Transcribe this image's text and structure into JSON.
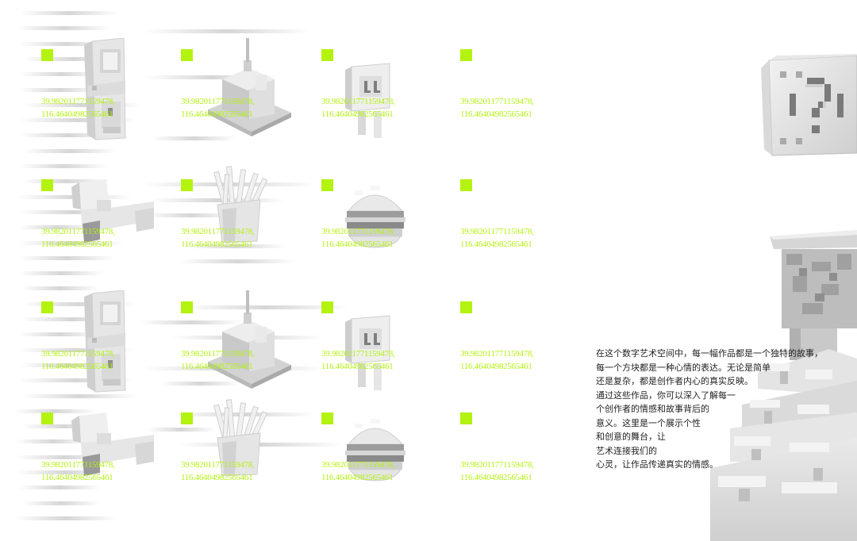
{
  "accent_color": "#b4f20f",
  "grid": {
    "rows": [
      {
        "cells": [
          {
            "model": "arcade-cabinet-icon",
            "lat": "39.982011771159478,",
            "lon": "116.46404982565461"
          },
          {
            "model": "factory-building-icon",
            "lat": "39.982011771159478,",
            "lon": "116.46404982565461"
          },
          {
            "model": "plug-socket-icon",
            "lat": "39.982011771159478,",
            "lon": "116.46404982565461"
          },
          {
            "model": "",
            "lat": "39.982011771159478,",
            "lon": "116.46404982565461"
          }
        ]
      },
      {
        "cells": [
          {
            "model": "sofa-chair-icon",
            "lat": "39.982011771159478,",
            "lon": "116.46404982565461"
          },
          {
            "model": "french-fries-icon",
            "lat": "39.982011771159478,",
            "lon": "116.46404982565461"
          },
          {
            "model": "burger-icon",
            "lat": "39.982011771159478,",
            "lon": "116.46404982565461"
          },
          {
            "model": "",
            "lat": "39.982011771159478,",
            "lon": "116.46404982565461"
          }
        ]
      },
      {
        "cells": [
          {
            "model": "arcade-cabinet-icon",
            "lat": "39.982011771159478,",
            "lon": "116.46404982565461"
          },
          {
            "model": "factory-building-icon",
            "lat": "39.982011771159478,",
            "lon": "116.46404982565461"
          },
          {
            "model": "plug-socket-icon",
            "lat": "39.982011771159478,",
            "lon": "116.46404982565461"
          },
          {
            "model": "",
            "lat": "39.982011771159478,",
            "lon": "116.46404982565461"
          }
        ]
      },
      {
        "cells": [
          {
            "model": "sofa-chair-icon",
            "lat": "39.982011771159478,",
            "lon": "116.46404982565461"
          },
          {
            "model": "french-fries-icon",
            "lat": "39.982011771159478,",
            "lon": "116.46404982565461"
          },
          {
            "model": "burger-icon",
            "lat": "39.982011771159478,",
            "lon": "116.46404982565461"
          },
          {
            "model": "",
            "lat": "39.982011771159478,",
            "lon": "116.46404982565461"
          }
        ]
      }
    ]
  },
  "description": {
    "lines": [
      "在这个数字艺术空间中，每一幅作品都是一个独特的故事，",
      "每一个方块都是一种心情的表达。无论是简单",
      "还是复杂，都是创作者内心的真实反映。",
      "通过这些作品，你可以深入了解每一",
      "个创作者的情感和故事背后的",
      "意义。这里是一个展示个性",
      "和创意的舞台，让",
      "艺术连接我们的",
      "心灵，让作品传递真实的情感。"
    ]
  },
  "hero": {
    "top_model": "question-block-icon",
    "bottom_model": "pixel-statue-icon"
  }
}
